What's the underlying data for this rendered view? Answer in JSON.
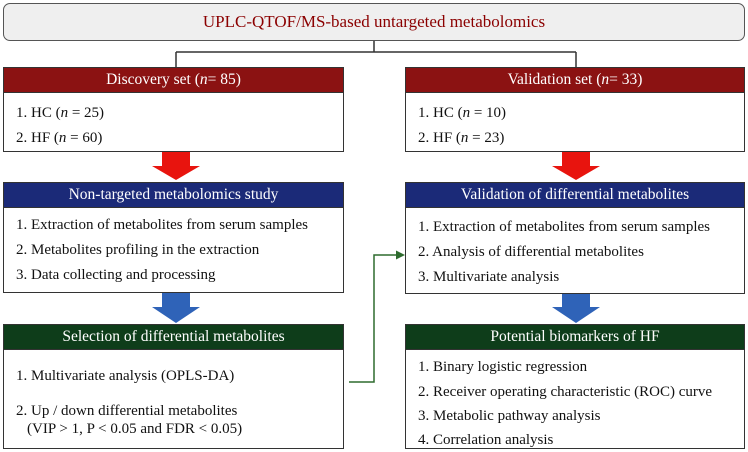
{
  "title": "UPLC-QTOF/MS-based untargeted metabolomics",
  "discovery": {
    "header_prefix": "Discovery set (",
    "header_n": "n",
    "header_suffix": " = 85)",
    "items": [
      {
        "prefix": "1. HC (",
        "n": "n",
        "suffix": " = 25)"
      },
      {
        "prefix": "2. HF (",
        "n": "n",
        "suffix": " = 60)"
      }
    ]
  },
  "validation": {
    "header_prefix": "Validation set (",
    "header_n": "n",
    "header_suffix": " = 33)",
    "items": [
      {
        "prefix": "1. HC (",
        "n": "n",
        "suffix": " = 10)"
      },
      {
        "prefix": "2. HF (",
        "n": "n",
        "suffix": " = 23)"
      }
    ]
  },
  "non_targeted": {
    "header": "Non-targeted metabolomics study",
    "items": [
      "1. Extraction of metabolites from serum samples",
      "2. Metabolites profiling in the extraction",
      "3. Data collecting and processing"
    ]
  },
  "selection": {
    "header": "Selection of differential metabolites",
    "items": [
      "1. Multivariate analysis (OPLS-DA)",
      "2. Up / down differential metabolites"
    ],
    "item2_sub": "(VIP > 1, P < 0.05 and FDR < 0.05)"
  },
  "validation_diff": {
    "header": "Validation of differential metabolites",
    "items": [
      "1. Extraction of metabolites from serum samples",
      "2. Analysis of differential metabolites",
      "3. Multivariate analysis"
    ]
  },
  "biomarkers": {
    "header": "Potential biomarkers of HF",
    "items": [
      "1. Binary logistic regression",
      "2. Receiver operating characteristic (ROC) curve",
      "3. Metabolic pathway analysis",
      "4. Correlation analysis"
    ]
  },
  "colors": {
    "red_header": "#8b1212",
    "blue_header": "#1b2a78",
    "green_header": "#0e3d1a",
    "red_arrow": "#e8140e",
    "blue_arrow": "#2f63b8",
    "green_connector": "#2e6b2e",
    "title_text": "#8b0000"
  }
}
